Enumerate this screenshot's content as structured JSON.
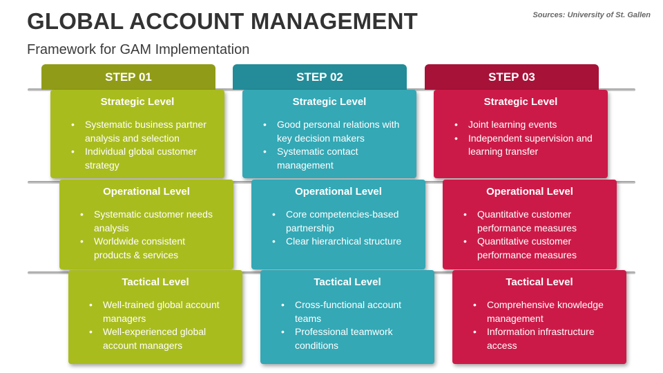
{
  "title": "GLOBAL ACCOUNT MANAGEMENT",
  "subtitle": "Framework for GAM Implementation",
  "source": "Sources: University of St. Gallen",
  "colors": {
    "green": "#a9bc1e",
    "teal": "#34a8b5",
    "red": "#cc1a48"
  },
  "steps": [
    {
      "label": "STEP 01",
      "levels": [
        {
          "title": "Strategic Level",
          "items": [
            "Systematic business partner analysis and selection",
            "Individual global customer strategy"
          ]
        },
        {
          "title": "Operational Level",
          "items": [
            "Systematic customer needs analysis",
            "Worldwide consistent products & services"
          ]
        },
        {
          "title": "Tactical Level",
          "items": [
            "Well-trained global account managers",
            "Well-experienced global account managers"
          ]
        }
      ]
    },
    {
      "label": "STEP 02",
      "levels": [
        {
          "title": "Strategic Level",
          "items": [
            "Good personal relations  with key decision makers",
            "Systematic contact management"
          ]
        },
        {
          "title": "Operational Level",
          "items": [
            "Core competencies-based partnership",
            "Clear hierarchical structure"
          ]
        },
        {
          "title": "Tactical Level",
          "items": [
            "Cross-functional account teams",
            "Professional teamwork conditions"
          ]
        }
      ]
    },
    {
      "label": "STEP 03",
      "levels": [
        {
          "title": "Strategic Level",
          "items": [
            "Joint learning events",
            "Independent supervision and learning transfer"
          ]
        },
        {
          "title": "Operational Level",
          "items": [
            "Quantitative customer performance measures",
            "Quantitative customer performance measures"
          ]
        },
        {
          "title": "Tactical Level",
          "items": [
            "Comprehensive knowledge management",
            "Information infrastructure access"
          ]
        }
      ]
    }
  ]
}
